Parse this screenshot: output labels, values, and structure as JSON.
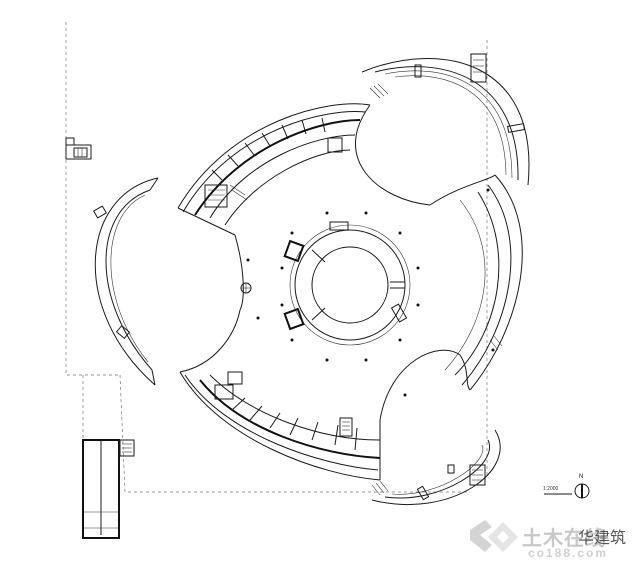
{
  "drawing": {
    "type": "architectural floor plan",
    "description": "Three-winged circular building with central rotunda, curved office wings and outer curved canopies",
    "line_color": "#1a1a1a",
    "background": "#ffffff"
  },
  "annotations": {
    "scale_bar_label": "1:2000",
    "north_arrow_label": "N"
  },
  "watermark": {
    "brand_cn": "土木在线",
    "brand_cn_overlay": "华建筑",
    "brand_en": "co188.com",
    "logo_color": "#c8c8c8"
  }
}
